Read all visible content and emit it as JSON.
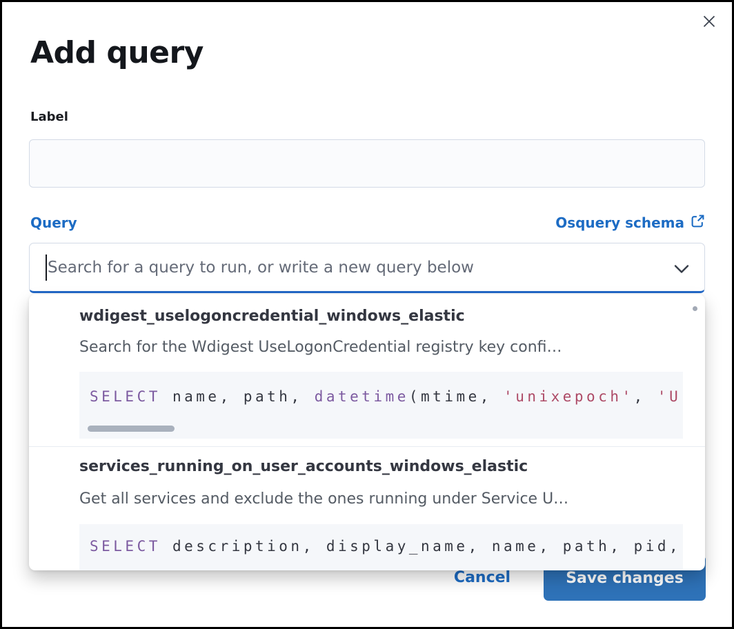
{
  "modal": {
    "title": "Add query",
    "label_field": {
      "label": "Label",
      "value": "",
      "placeholder": ""
    },
    "query_field": {
      "label": "Query",
      "schema_link_label": "Osquery schema",
      "placeholder": "Search for a query to run, or write a new query below",
      "value": ""
    },
    "dropdown": {
      "options": [
        {
          "title": "wdigest_uselogoncredential_windows_elastic",
          "description": "Search for the Wdigest UseLogonCredential registry key confi…",
          "code": [
            {
              "text": "SELECT",
              "type": "keyword"
            },
            {
              "text": " name, path, ",
              "type": "plain"
            },
            {
              "text": "datetime",
              "type": "keyword"
            },
            {
              "text": "(mtime, ",
              "type": "plain"
            },
            {
              "text": "'unixepoch'",
              "type": "string"
            },
            {
              "text": ", ",
              "type": "plain"
            },
            {
              "text": "'U",
              "type": "string"
            }
          ],
          "has_horizontal_scrollbar": true
        },
        {
          "title": "services_running_on_user_accounts_windows_elastic",
          "description": "Get all services and exclude the ones running under Service U…",
          "code": [
            {
              "text": "SELECT",
              "type": "keyword"
            },
            {
              "text": " description, display_name, name, path, pid,",
              "type": "plain"
            }
          ],
          "has_horizontal_scrollbar": false
        }
      ]
    },
    "footer": {
      "cancel_label": "Cancel",
      "save_label": "Save changes"
    }
  },
  "icons": {
    "close": "✕",
    "chevron_down": "⌄",
    "external_link": "↗"
  },
  "colors": {
    "accent_blue": "#1d6cc4",
    "focus_underline_blue": "#2268c7",
    "save_button_blue": "#2e72b8",
    "code_keyword_purple": "#7c5aa0",
    "code_string_rose": "#ad4a66",
    "code_background": "#f5f7fa",
    "text_dark": "#343741",
    "text_gray": "#545b64",
    "input_border": "#d3dae6"
  }
}
